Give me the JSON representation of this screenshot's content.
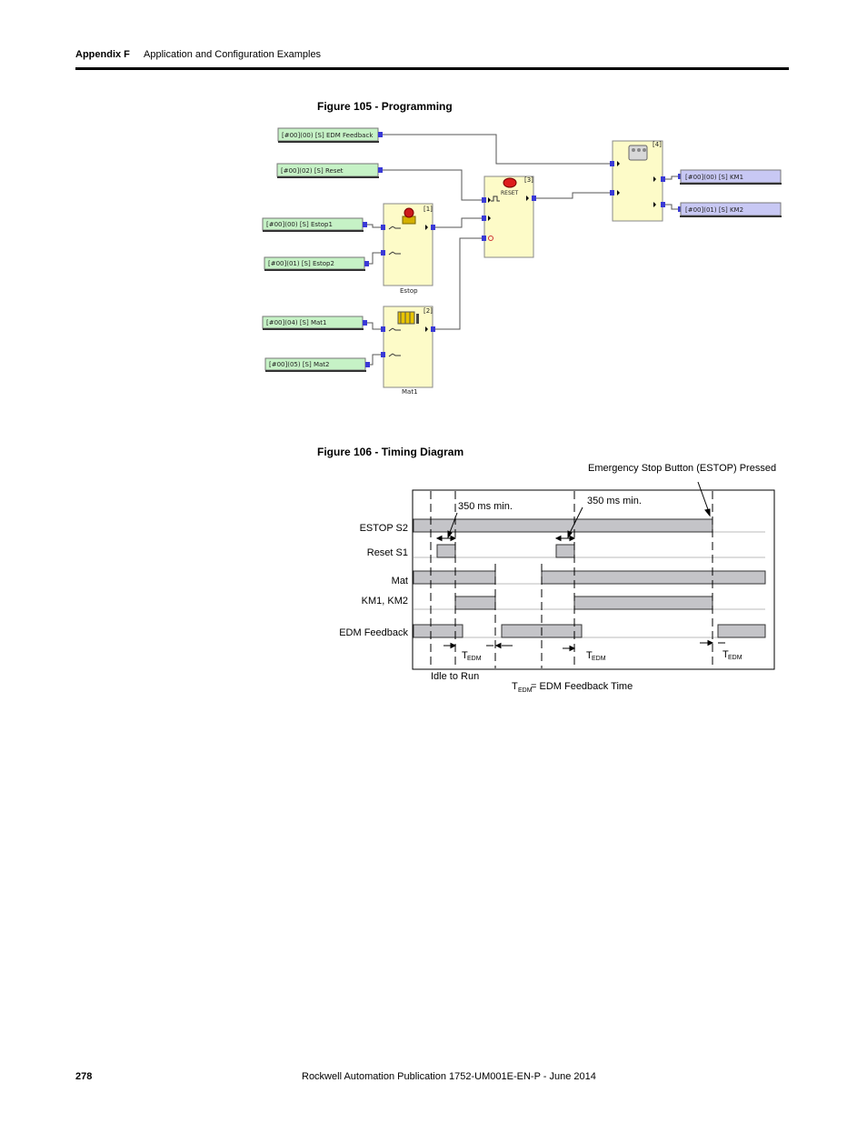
{
  "header": {
    "appendix": "Appendix F",
    "title": "Application and Configuration Examples"
  },
  "figure105": {
    "caption": "Figure 105 - Programming",
    "inputs": [
      "[#00](00) [S] EDM Feedback",
      "[#00](02) [S] Reset",
      "[#00](00) [S] Estop1",
      "[#00](01) [S] Estop2",
      "[#00](04) [S] Mat1",
      "[#00](05) [S] Mat2"
    ],
    "outputs": [
      "[#00](00) [S] KM1",
      "[#00](01) [S] KM2"
    ],
    "blocks": {
      "estop_num": "[1]",
      "estop_label": "Estop",
      "mat_num": "[2]",
      "mat_label": "Mat1",
      "reset_num": "[3]",
      "reset_icon_text": "RESET",
      "edm_num": "[4]"
    }
  },
  "figure106": {
    "caption": "Figure 106 - Timing Diagram",
    "annotations": {
      "estop_pressed": "Emergency Stop Button (ESTOP) Pressed",
      "min_time_1": "350 ms min.",
      "min_time_2": "350 ms min.",
      "idle_to_run": "Idle to Run",
      "tedm_main": "T",
      "tedm_sub": "EDM",
      "tedm_def_rest": " = EDM Feedback Time"
    },
    "signals": [
      "ESTOP S2",
      "Reset S1",
      "Mat",
      "KM1, KM2",
      "EDM Feedback"
    ]
  },
  "footer": {
    "page": "278",
    "publication": "Rockwell Automation Publication 1752-UM001E-EN-P - June 2014"
  },
  "colors": {
    "input_fill": "#c6f2c6",
    "output_fill": "#c8c8f4",
    "block_fill": "#fdfbc8",
    "pin": "#3a3ad6",
    "signal_fill": "#c4c4c8"
  }
}
